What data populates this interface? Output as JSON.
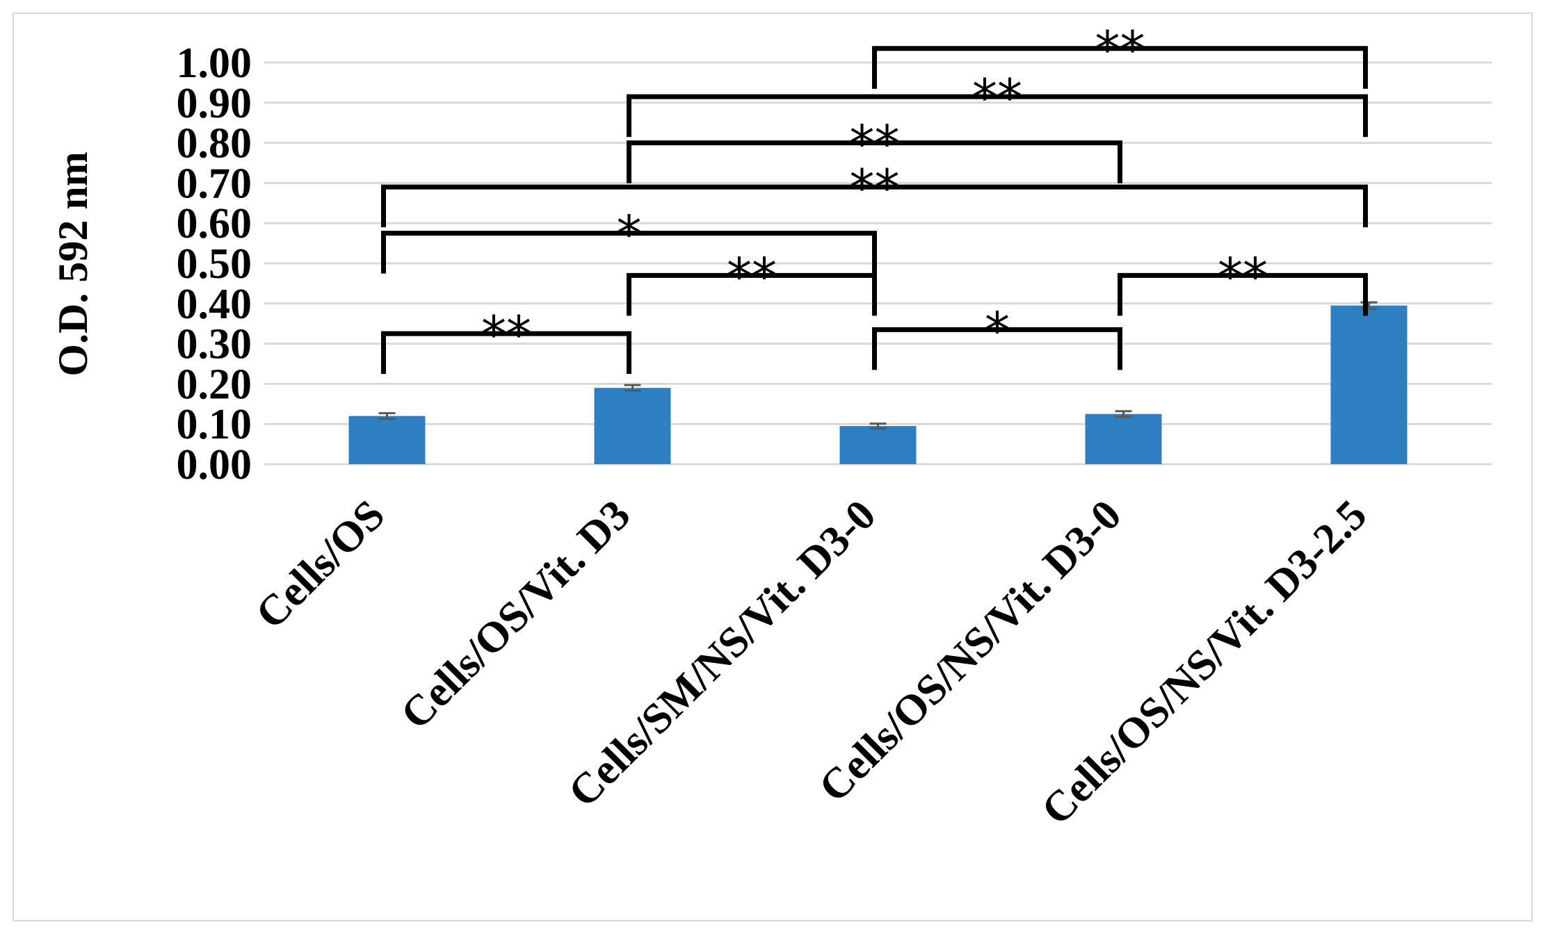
{
  "chart_data": {
    "type": "bar",
    "title": "",
    "xlabel": "",
    "ylabel": "O.D. 592 nm",
    "ylim": [
      0,
      1.0
    ],
    "yticks": [
      "0.00",
      "0.10",
      "0.20",
      "0.30",
      "0.40",
      "0.50",
      "0.60",
      "0.70",
      "0.80",
      "0.90",
      "1.00"
    ],
    "grid": true,
    "legend": "none",
    "bar_color": "#2e7fc2",
    "categories": [
      "Cells/OS",
      "Cells/OS/Vit. D3",
      "Cells/SM/NS/Vit. D3-0",
      "Cells/OS/NS/Vit. D3-0",
      "Cells/OS/NS/Vit. D3-2.5"
    ],
    "values": [
      0.12,
      0.19,
      0.095,
      0.125,
      0.395
    ],
    "errors": [
      0.007,
      0.007,
      0.006,
      0.007,
      0.008
    ],
    "significance": [
      {
        "from": 2,
        "to": 4,
        "y": 1.035,
        "label": "**"
      },
      {
        "from": 1,
        "to": 4,
        "y": 0.915,
        "label": "**"
      },
      {
        "from": 1,
        "to": 3,
        "y": 0.8,
        "label": "**"
      },
      {
        "from": 0,
        "to": 4,
        "y": 0.69,
        "label": "**"
      },
      {
        "from": 0,
        "to": 2,
        "y": 0.575,
        "label": "*"
      },
      {
        "from": 1,
        "to": 2,
        "y": 0.47,
        "label": "**"
      },
      {
        "from": 3,
        "to": 4,
        "y": 0.47,
        "label": "**"
      },
      {
        "from": 0,
        "to": 1,
        "y": 0.325,
        "label": "**"
      },
      {
        "from": 2,
        "to": 3,
        "y": 0.335,
        "label": "*"
      }
    ]
  }
}
